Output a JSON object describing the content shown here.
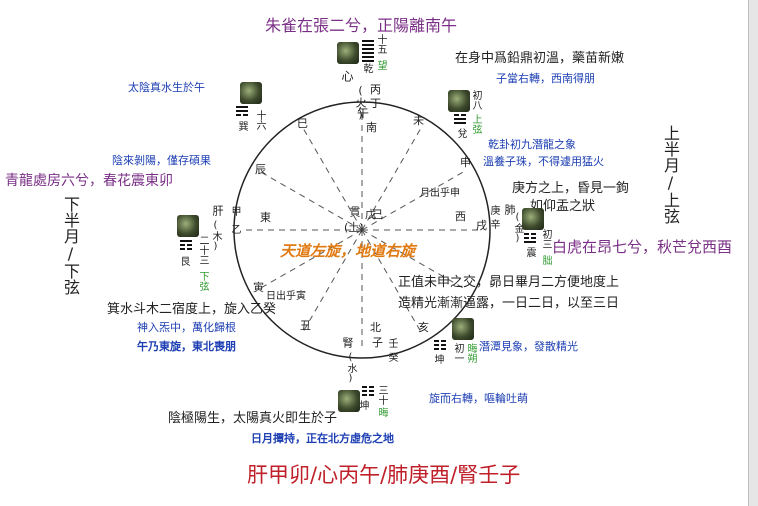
{
  "diagram": {
    "title_top": "朱雀在張二兮，正陽離南午",
    "center_text": "天道左旋，地道右旋",
    "bottom_caption": "肝甲卯/心丙午/肺庚酉/腎壬子",
    "center_labels": {
      "wu": "戊",
      "ji": "己",
      "earth": "(土)",
      "zhen": "貫"
    },
    "branches": [
      "巳",
      "南",
      "未",
      "申",
      "西",
      "戌",
      "亥",
      "北",
      "丑",
      "寅",
      "東",
      "辰"
    ],
    "stems": {
      "bing": "丙",
      "ding": "丁",
      "geng": "庚",
      "xin": "辛",
      "ren": "壬",
      "gui": "癸",
      "jia": "甲",
      "yi": "乙"
    },
    "organs": {
      "heart": "心",
      "fire": "(火)",
      "wu": "午",
      "lung": "肺",
      "metal": "(金)",
      "liver": "肝",
      "wood": "(木)",
      "kidney": "腎",
      "water": "(水)",
      "zi": "子"
    },
    "markers": {
      "moon_out_shen": "月出乎申",
      "sun_out_yin": "日出乎寅"
    },
    "hexagrams": {
      "qian": {
        "name": "乾",
        "day": "十五",
        "phase": "望"
      },
      "dui": {
        "name": "兌",
        "day": "初八",
        "phase": "上弦"
      },
      "zhen": {
        "name": "震",
        "day": "初三",
        "phase": "朏"
      },
      "xun": {
        "name": "巽",
        "day": "十六"
      },
      "gen": {
        "name": "艮",
        "day": "二十三",
        "phase": "下弦"
      },
      "kun": {
        "name": "坤",
        "day": "三十",
        "phase": "晦"
      },
      "kun2": {
        "name": "坤",
        "day": "初一",
        "phase": "晦朔"
      }
    },
    "annotations": {
      "right_top_1": "在身中爲鉛鼎初溫，藥苗新嫩",
      "right_top_2": "子當右轉，西南得朋",
      "right_mid_1": "乾卦初九潛龍之象",
      "right_mid_2": "溫養子珠，不得遽用猛火",
      "right_mid_3": "庚方之上，昏見一鉤",
      "right_mid_4": "如仰盂之狀",
      "white_tiger": "白虎在昂七兮，秋芒兌西酉",
      "right_low_1": "正值未申之交，昴日畢月二方便地度上",
      "right_low_2": "造精光漸漸逼露，一日二日，以至三日",
      "qian_deep": "潛潭見象，發散精光",
      "xuan": "旋而右轉，嘔輪吐萌",
      "taiyin": "太陰真水生於午",
      "yinlai": "陰來剝陽，僅存碩果",
      "green_dragon": "青龍處房六兮，春花震東卯",
      "jishui": "箕水斗木二宿度上，旋入乙癸",
      "shenru": "神入炁中，萬化歸根",
      "wunai": "午乃東旋，東北喪朋",
      "yinji": "陰極陽生，太陽真火即生於子",
      "riyue": "日月撢持，正在北方虛危之地"
    },
    "side_labels": {
      "upper_half": "上半月/上弦",
      "lower_half": "下半月/下弦"
    }
  },
  "colors": {
    "purple": "#7a2f86",
    "blue": "#1d3fb3",
    "orange": "#e07a12",
    "red": "#c0202a",
    "green": "#2e9a2e"
  }
}
